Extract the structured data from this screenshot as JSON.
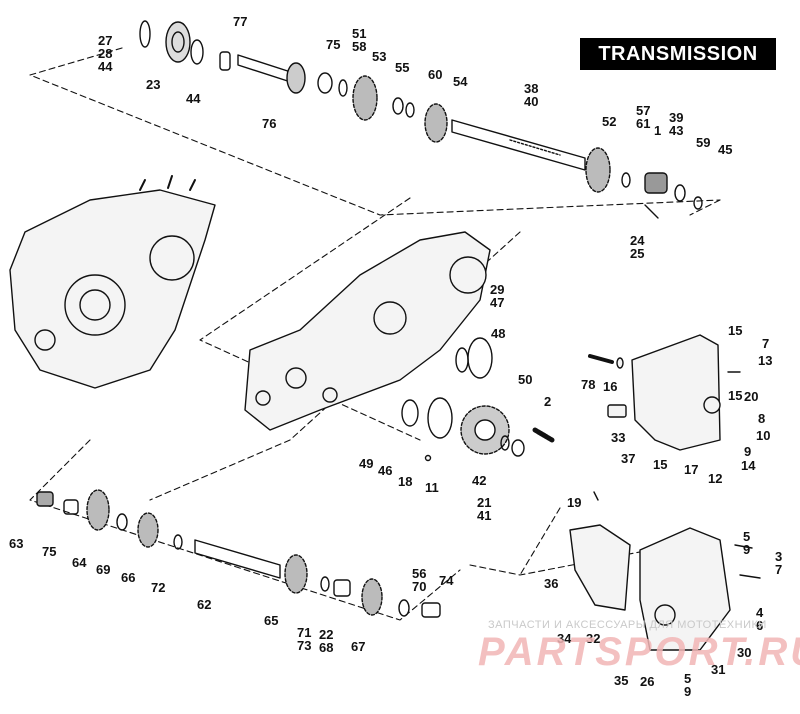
{
  "title": "TRANSMISSION",
  "watermark": {
    "caption": "ЗАПЧАСТИ И АКСЕССУАРЫ ДЛЯ МОТОТЕХНИКИ",
    "logo": "PARTSPORT.RU"
  },
  "callouts": [
    "27\n28\n44",
    "23",
    "44",
    "77",
    "76",
    "75",
    "51\n58",
    "53",
    "55",
    "60",
    "54",
    "38\n40",
    "52",
    "57\n61",
    "1",
    "39\n43",
    "59",
    "45",
    "24\n25",
    "29\n47",
    "48",
    "50",
    "2",
    "49",
    "46",
    "18",
    "11",
    "42",
    "21\n41",
    "15",
    "7",
    "13",
    "78",
    "16",
    "20",
    "33",
    "15",
    "8",
    "10",
    "9",
    "37",
    "15",
    "17",
    "12",
    "14",
    "63",
    "75",
    "64",
    "69",
    "66",
    "72",
    "62",
    "65",
    "71\n73",
    "22\n68",
    "67",
    "56\n70",
    "74",
    "19",
    "5\n9",
    "3\n7",
    "36",
    "34",
    "32",
    "4\n6",
    "30",
    "31",
    "35",
    "26",
    "5\n9"
  ]
}
